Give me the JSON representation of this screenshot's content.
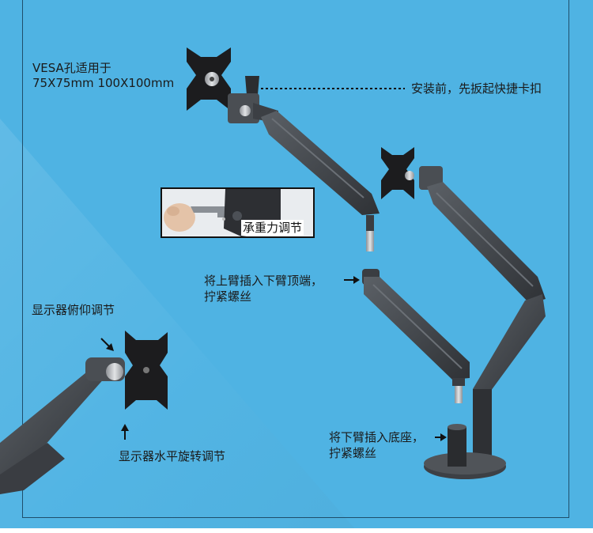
{
  "labels": {
    "vesa_line1": "VESA孔适用于",
    "vesa_line2": "75X75mm  100X100mm",
    "release_clip": "安装前，先扳起快捷卡扣",
    "load_adjust": "承重力调节",
    "upper_arm_line1": "将上臂插入下臂顶端，",
    "upper_arm_line2": "拧紧螺丝",
    "tilt_adjust": "显示器俯仰调节",
    "swivel_adjust": "显示器水平旋转调节",
    "lower_arm_line1": "将下臂插入底座，",
    "lower_arm_line2": "拧紧螺丝"
  },
  "colors": {
    "background": "#4fb3e3",
    "arm_dark": "#3a3d42",
    "arm_mid": "#55595f",
    "metal": "#b9bcc0",
    "frame": "#1f4e6b"
  },
  "icons": [
    "vesa-plate-icon",
    "monitor-arm-icon",
    "hex-key-icon",
    "arrow-icon"
  ]
}
